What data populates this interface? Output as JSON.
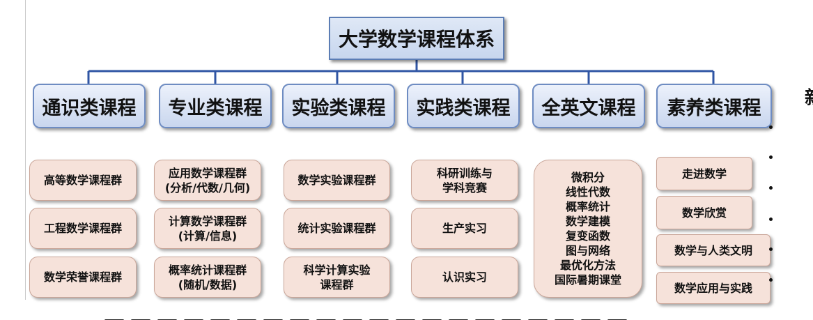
{
  "title": "大学数学课程体系",
  "categories": [
    {
      "label": "通识类课程",
      "items": [
        "高等数学课程群",
        "工程数学课程群",
        "数学荣誉课程群"
      ]
    },
    {
      "label": "专业类课程",
      "items": [
        "应用数学课程群\n(分析/代数/几何)",
        "计算数学课程群\n(计算/信息)",
        "概率统计课程群\n(随机/数据)"
      ]
    },
    {
      "label": "实验类课程",
      "items": [
        "数学实验课程群",
        "统计实验课程群",
        "科学计算实验\n课程群"
      ]
    },
    {
      "label": "实践类课程",
      "items": [
        "科研训练与\n学科竞赛",
        "生产实习",
        "认识实习"
      ]
    },
    {
      "label": "全英文课程",
      "items": [
        "微积分\n线性代数\n概率统计\n数学建模\n复变函数\n图与网络\n最优化方法\n国际暑期课堂"
      ]
    },
    {
      "label": "素养类课程",
      "items": [
        "走进数学",
        "数学欣赏",
        "数学与人类文明",
        "数学应用与实践"
      ]
    }
  ],
  "side_text": "新",
  "colors": {
    "line": "#2f55a4",
    "category_bg": "#d6e0f2",
    "item_bg": "#f6e2da"
  }
}
